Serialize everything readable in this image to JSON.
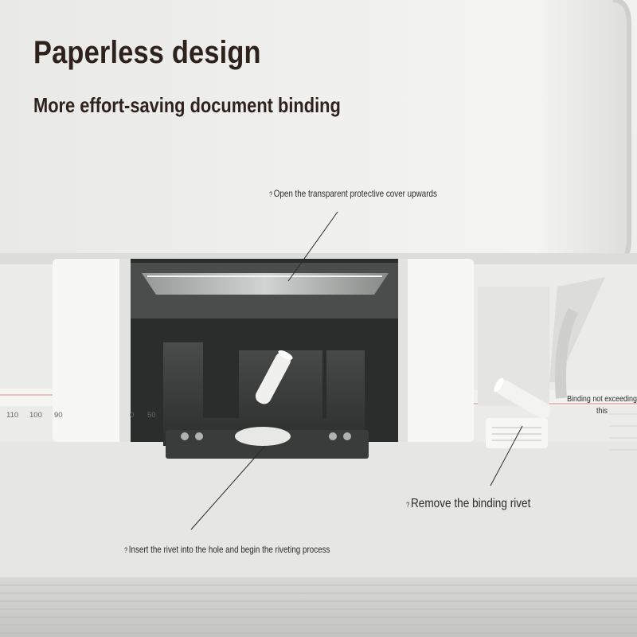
{
  "headline": "Paperless design",
  "subheadline": "More effort-saving document binding",
  "callouts": {
    "open_cover": "Open the transparent protective cover upwards",
    "remove_rivet": "Remove the binding rivet",
    "insert_rivet": "Insert the rivet into the hole and begin the riveting process",
    "binding_limit_line1": "Binding not exceeding",
    "binding_limit_line2": "this"
  },
  "callout_marker": "?",
  "ruler": {
    "ticks": [
      "110",
      "100",
      "90",
      "0",
      "50"
    ]
  },
  "colors": {
    "background": "#e9e9e7",
    "machine_body": "#f3f3f1",
    "dark_plastic": "#3d3f3e",
    "heading_text": "#2f221c",
    "accent_line": "#c96a6a"
  }
}
